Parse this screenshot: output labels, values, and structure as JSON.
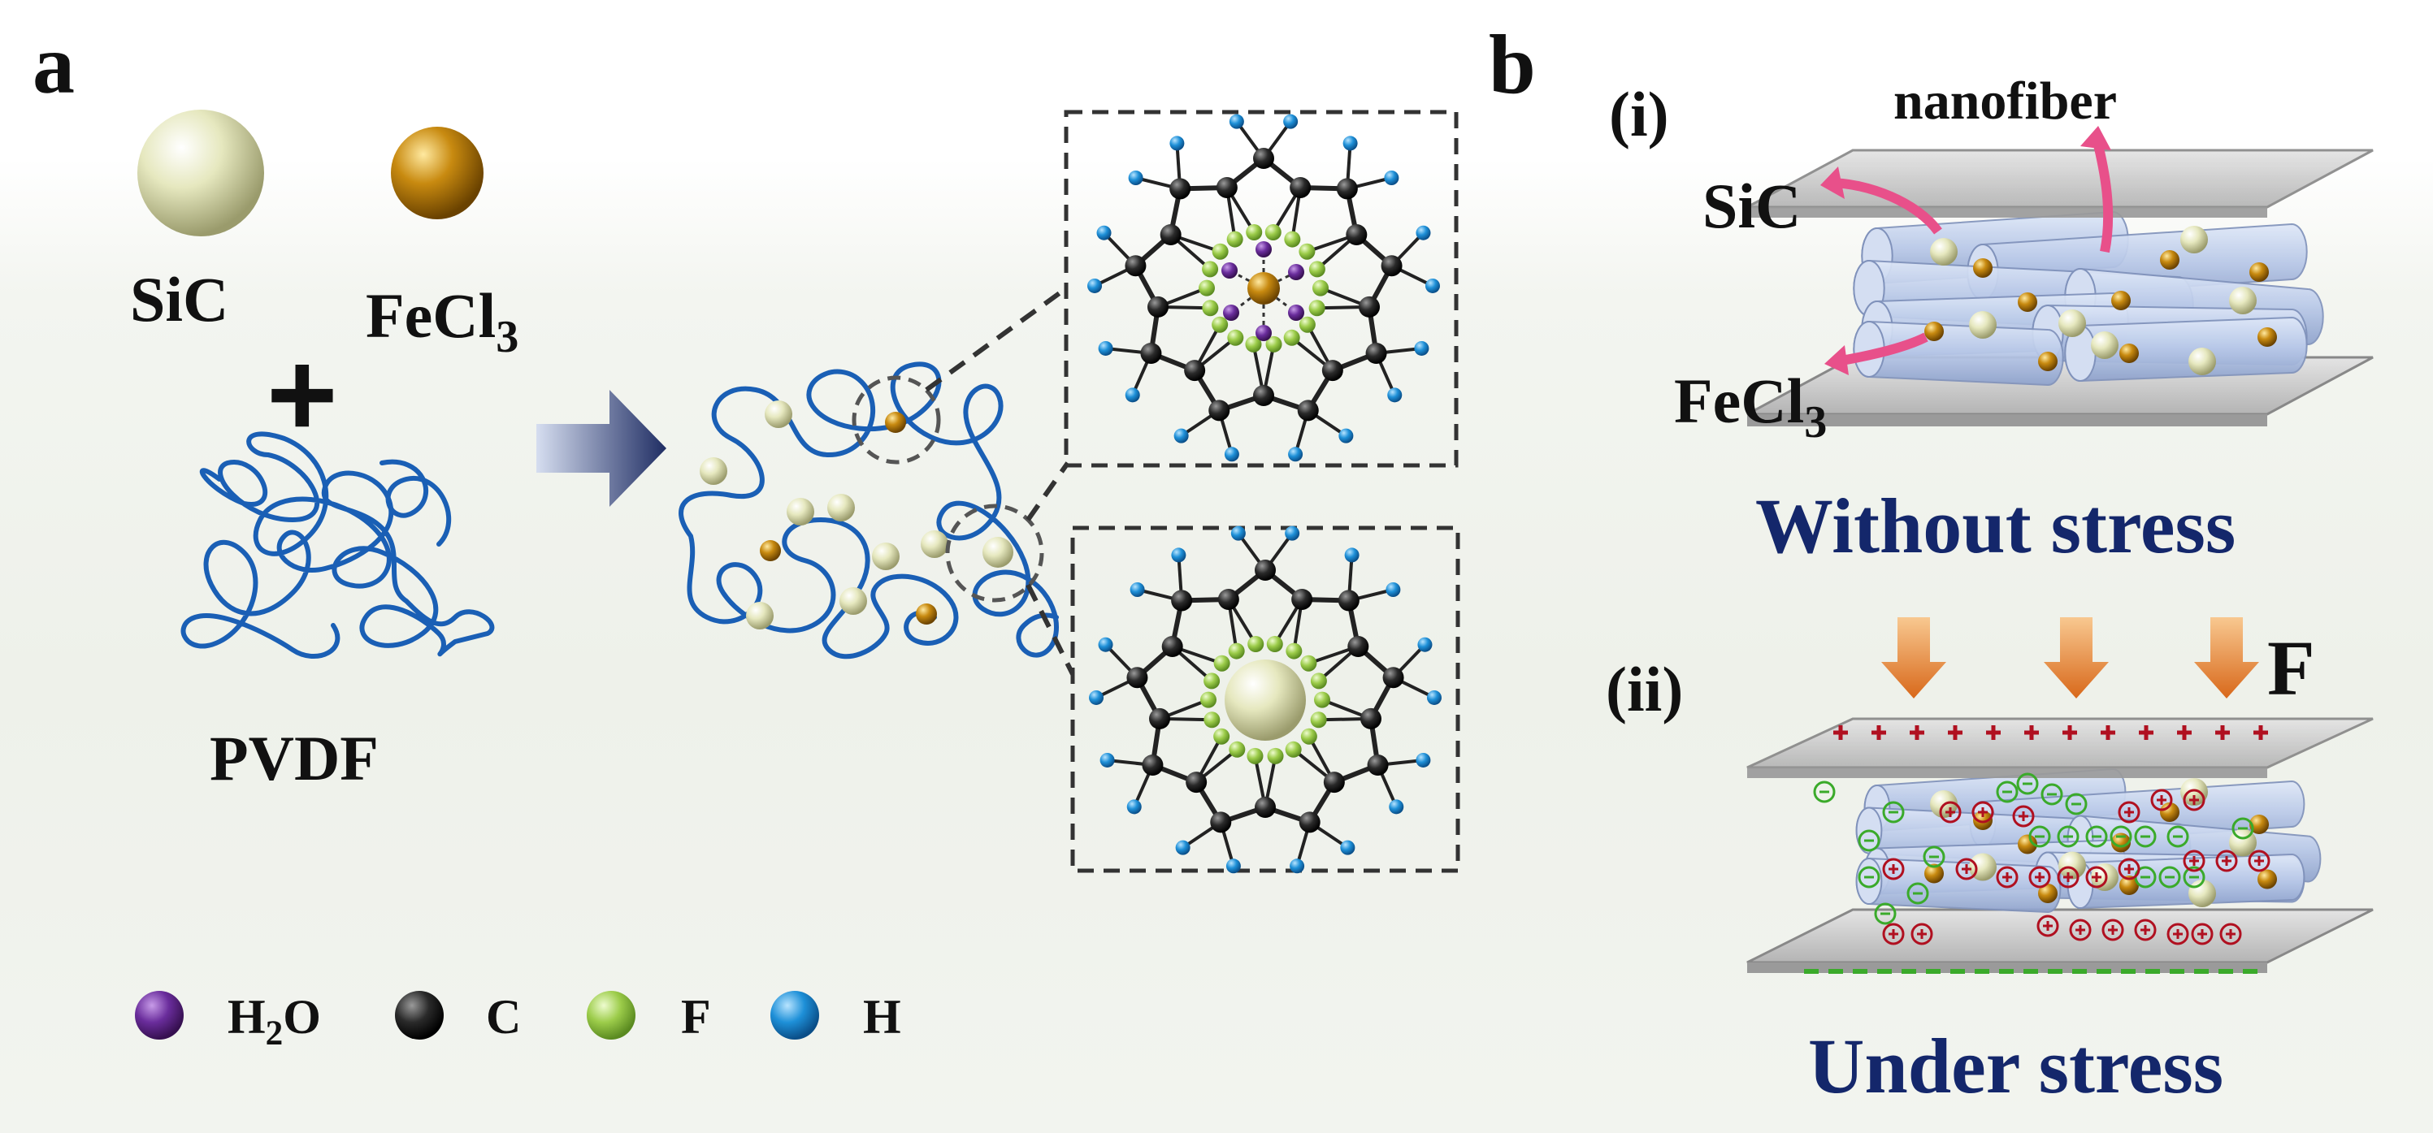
{
  "panels": {
    "a": {
      "letter": "a"
    },
    "b": {
      "letter": "b"
    }
  },
  "materials": {
    "sic": "SiC",
    "fecl3_main": "FeCl",
    "fecl3_sub": "3",
    "plus": "+",
    "polymer": "PVDF"
  },
  "legend": {
    "items": [
      {
        "symbol": "H",
        "sub": "2",
        "tail": "O",
        "color": "#6a2d9c"
      },
      {
        "symbol": "C",
        "sub": "",
        "tail": "",
        "color": "#2a2a2a"
      },
      {
        "symbol": "F",
        "sub": "",
        "tail": "",
        "color": "#9ccc4a"
      },
      {
        "symbol": "H",
        "sub": "",
        "tail": "",
        "color": "#1e90d8"
      }
    ]
  },
  "panel_b": {
    "part_i": {
      "tag": "(i)",
      "label_nanofiber": "nanofiber",
      "label_sic": "SiC",
      "label_fecl3_main": "FeCl",
      "label_fecl3_sub": "3",
      "caption": "Without stress"
    },
    "part_ii": {
      "tag": "(ii)",
      "force_label": "F",
      "caption": "Under stress"
    }
  },
  "colors": {
    "sic_ball": "#e6e8bf",
    "fecl3_ball": "#c88a10",
    "pvdf_chain": "#1a5fb5",
    "fiber": "#b8c8e8",
    "plate": "#c9c9c9",
    "caption": "#14276b",
    "force_arrow": "#e07820",
    "positive_charge": "#b01020",
    "negative_charge": "#3aaa2a",
    "pink_arrow": "#e8508a"
  }
}
